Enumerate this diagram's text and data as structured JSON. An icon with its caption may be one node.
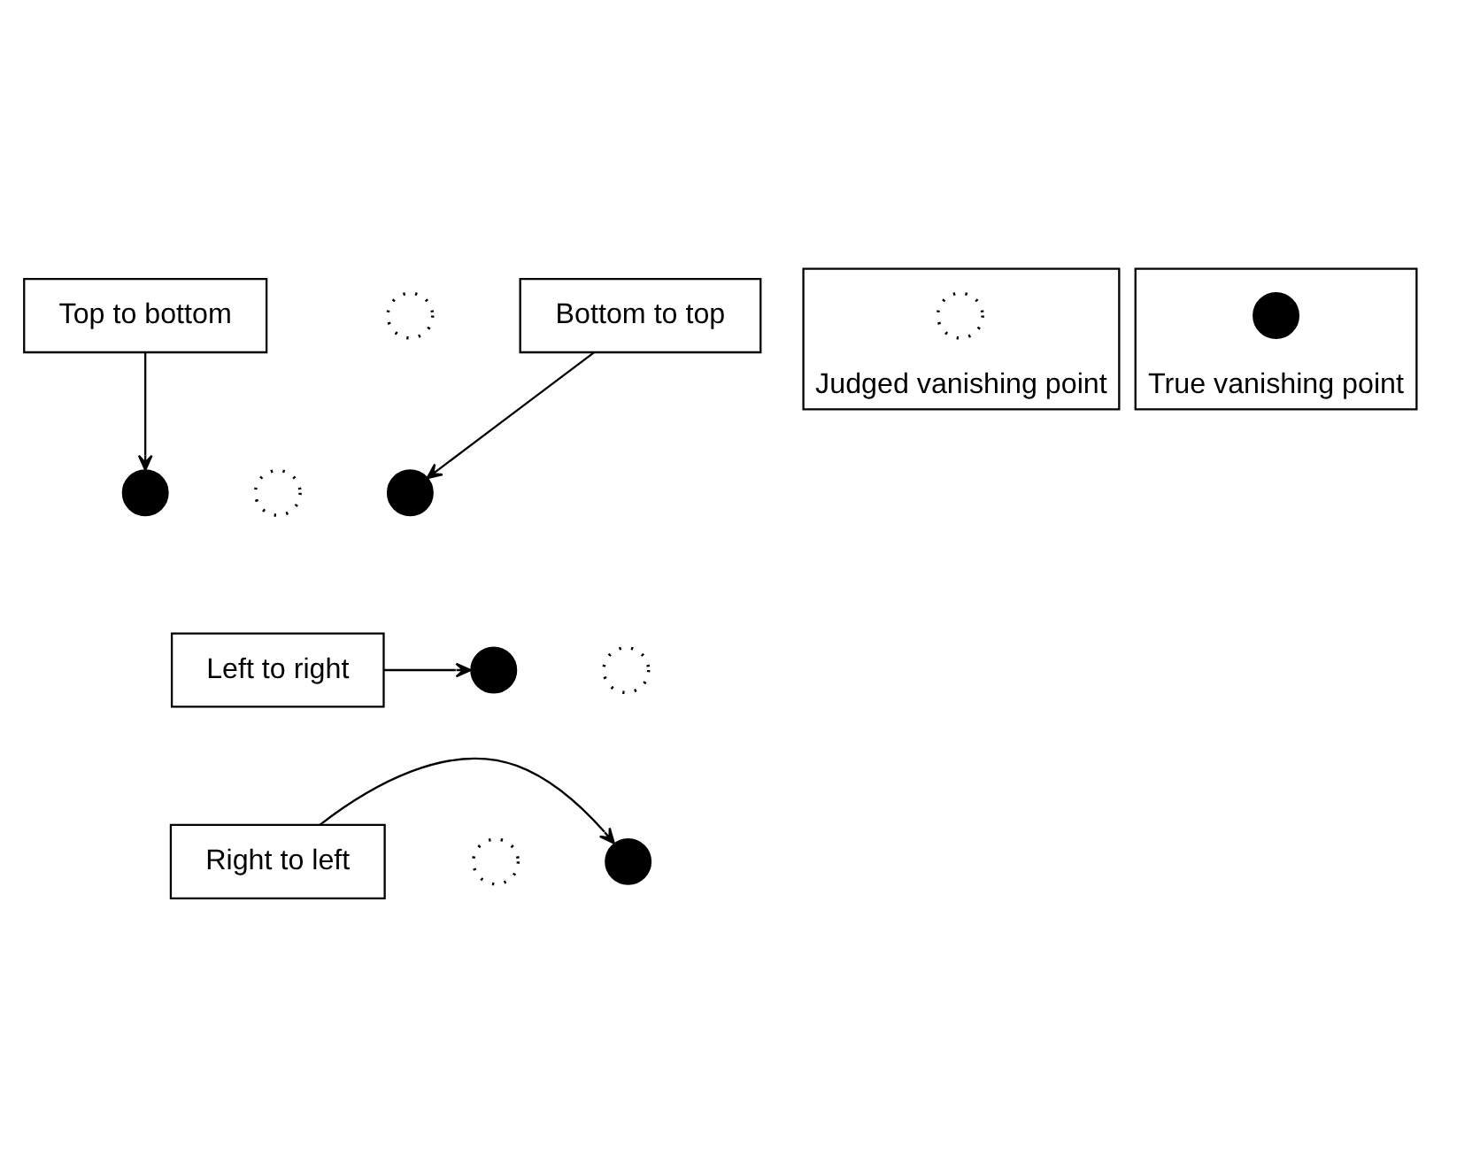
{
  "diagram": {
    "nodes": [
      {
        "text": [
          "Top to bottom"
        ]
      },
      {
        "text": [],
        "shape": "circle"
      },
      {
        "text": [],
        "shape": "circle"
      },
      {
        "text": [],
        "shape": "circle"
      },
      {
        "text": [],
        "shape": "circle"
      },
      {
        "text": [
          "Bottom to top"
        ]
      },
      {
        "text": [
          "Left to right"
        ]
      },
      {
        "text": [],
        "shape": "circle"
      },
      {
        "text": [],
        "shape": "circle"
      },
      {
        "text": [],
        "shape": "circle"
      },
      {
        "text": [],
        "shape": "circle"
      },
      {
        "text": [
          "Right to left"
        ]
      },
      {
        "text": [
          "Judged vanishing point"
        ]
      },
      {
        "text": [],
        "shape": "circle",
        "in": 12
      },
      {
        "text": [
          "True vanishing point"
        ]
      },
      {
        "text": [],
        "shape": "circle",
        "in": 14
      }
    ],
    "edges": [
      {
        "from": 0,
        "to": 3,
        "arrow": "to"
      },
      {
        "from": 5,
        "to": 2,
        "arrow": "to"
      },
      {
        "from": 6,
        "to": 7,
        "arrow": "to"
      },
      {
        "from": 11,
        "to": 9,
        "arrow": "to"
      }
    ]
  }
}
